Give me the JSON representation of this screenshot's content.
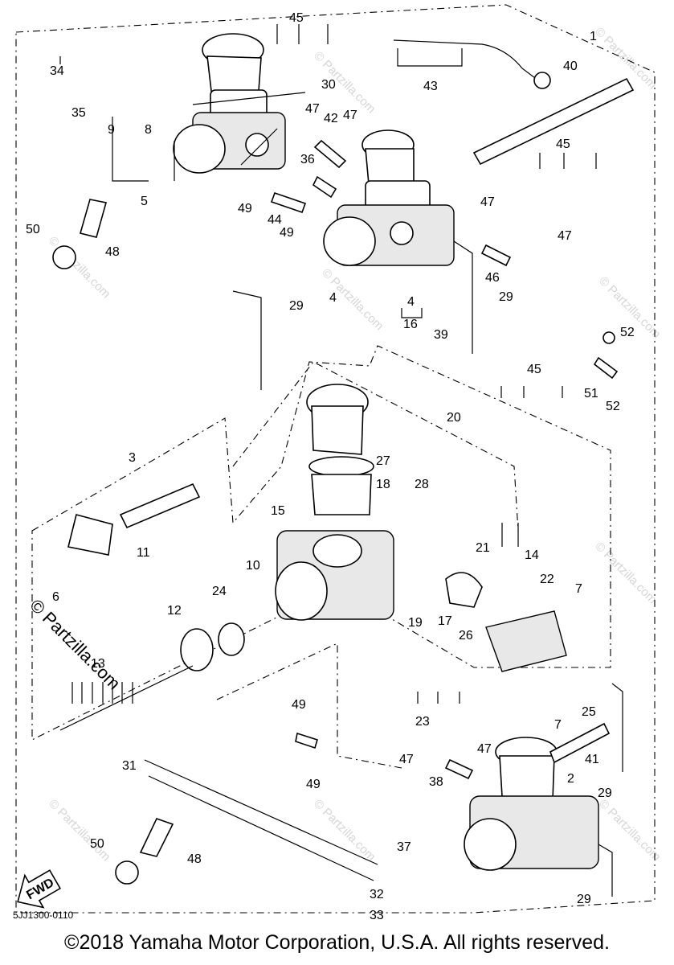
{
  "diagram_code": "5JJ1300-0110",
  "copyright": "©2018  Yamaha Motor Corporation, U.S.A. All rights reserved.",
  "watermark_text": "© Partzilla.com",
  "fwd_label": "FWD",
  "callouts": {
    "c1": "1",
    "c2": "2",
    "c3": "3",
    "c4a": "4",
    "c4b": "4",
    "c5": "5",
    "c6": "6",
    "c7a": "7",
    "c7b": "7",
    "c8": "8",
    "c9": "9",
    "c10": "10",
    "c11": "11",
    "c12": "12",
    "c13": "13",
    "c14": "14",
    "c15": "15",
    "c16": "16",
    "c17": "17",
    "c18": "18",
    "c19": "19",
    "c20": "20",
    "c21": "21",
    "c22": "22",
    "c23": "23",
    "c24": "24",
    "c25": "25",
    "c26": "26",
    "c27": "27",
    "c28": "28",
    "c29a": "29",
    "c29b": "29",
    "c29c": "29",
    "c29d": "29",
    "c30": "30",
    "c31": "31",
    "c32": "32",
    "c33": "33",
    "c34": "34",
    "c35": "35",
    "c36": "36",
    "c37": "37",
    "c38": "38",
    "c39": "39",
    "c40": "40",
    "c41": "41",
    "c42": "42",
    "c43": "43",
    "c44": "44",
    "c45a": "45",
    "c45b": "45",
    "c45c": "45",
    "c46": "46",
    "c47a": "47",
    "c47b": "47",
    "c47c": "47",
    "c47d": "47",
    "c47e": "47",
    "c47f": "47",
    "c48a": "48",
    "c48b": "48",
    "c49a": "49",
    "c49b": "49",
    "c49c": "49",
    "c49d": "49",
    "c50a": "50",
    "c50b": "50",
    "c51": "51",
    "c52a": "52",
    "c52b": "52"
  }
}
